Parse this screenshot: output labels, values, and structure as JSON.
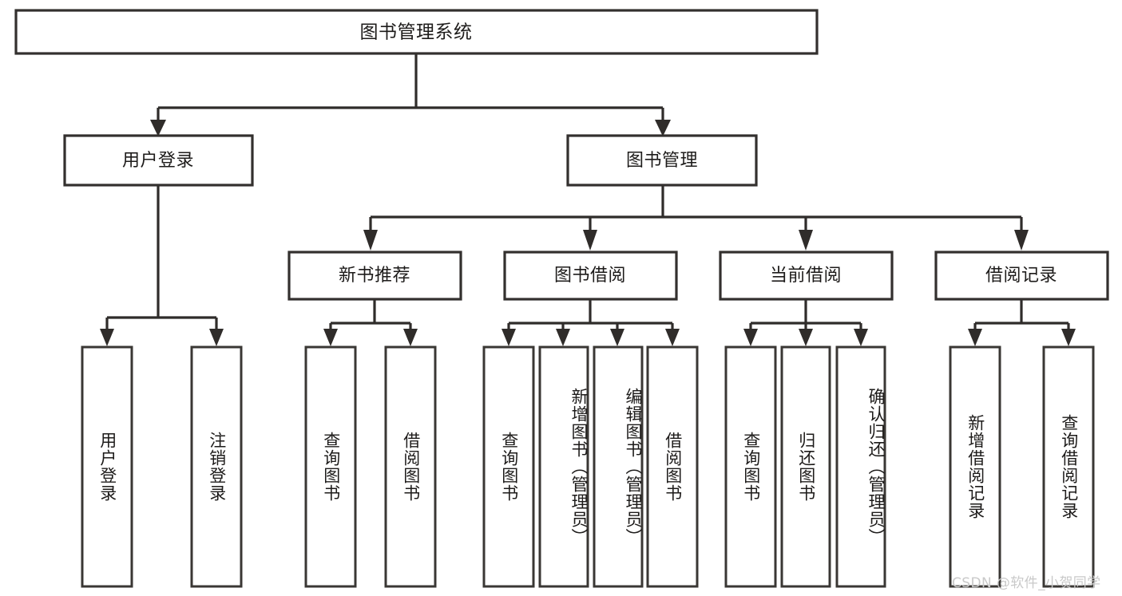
{
  "diagram": {
    "type": "tree",
    "title": "图书管理系统",
    "root": {
      "id": "root",
      "label": "图书管理系统",
      "orientation": "horizontal"
    },
    "level2": [
      {
        "id": "user-login",
        "label": "用户登录",
        "orientation": "horizontal"
      },
      {
        "id": "book-manage",
        "label": "图书管理",
        "orientation": "horizontal"
      }
    ],
    "level3": [
      {
        "id": "new-book-rec",
        "label": "新书推荐",
        "orientation": "horizontal",
        "parent": "book-manage"
      },
      {
        "id": "book-borrow",
        "label": "图书借阅",
        "orientation": "horizontal",
        "parent": "book-manage"
      },
      {
        "id": "current-borrow",
        "label": "当前借阅",
        "orientation": "horizontal",
        "parent": "book-manage"
      },
      {
        "id": "borrow-record",
        "label": "借阅记录",
        "orientation": "horizontal",
        "parent": "book-manage"
      }
    ],
    "leaves": [
      {
        "id": "leaf-user-login",
        "label": "用户登录",
        "parent": "user-login"
      },
      {
        "id": "leaf-user-logout",
        "label": "注销登录",
        "parent": "user-login"
      },
      {
        "id": "leaf-query-book-1",
        "label": "查询图书",
        "parent": "new-book-rec"
      },
      {
        "id": "leaf-borrow-book-1",
        "label": "借阅图书",
        "parent": "new-book-rec"
      },
      {
        "id": "leaf-query-book-2",
        "label": "查询图书",
        "parent": "book-borrow"
      },
      {
        "id": "leaf-add-book",
        "label": "新增图书（管理员）",
        "parent": "book-borrow"
      },
      {
        "id": "leaf-edit-book",
        "label": "编辑图书（管理员）",
        "parent": "book-borrow"
      },
      {
        "id": "leaf-borrow-book-2",
        "label": "借阅图书",
        "parent": "book-borrow"
      },
      {
        "id": "leaf-query-book-3",
        "label": "查询图书",
        "parent": "current-borrow"
      },
      {
        "id": "leaf-return-book",
        "label": "归还图书",
        "parent": "current-borrow"
      },
      {
        "id": "leaf-confirm-return",
        "label": "确认归还（管理员）",
        "parent": "current-borrow"
      },
      {
        "id": "leaf-add-record",
        "label": "新增借阅记录",
        "parent": "borrow-record"
      },
      {
        "id": "leaf-query-record",
        "label": "查询借阅记录",
        "parent": "borrow-record"
      }
    ],
    "watermark": "CSDN @软件_小贺同学",
    "colors": {
      "stroke": "#2f2c2a",
      "box_fill": "#ffffff",
      "text": "#1d1b1a",
      "background": "#ffffff",
      "watermark": "#c9c9c9"
    }
  }
}
